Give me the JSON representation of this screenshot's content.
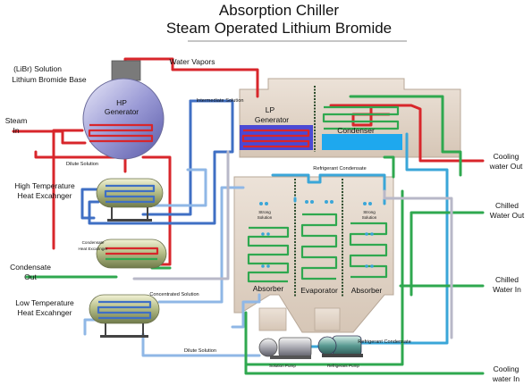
{
  "title": {
    "line1": "Absorption Chiller",
    "line2": "Steam Operated Lithium Bromide"
  },
  "labels": {
    "libr_solution": "(LiBr) Solution",
    "lithium_bromide_base": "Lithium Bromide Base",
    "water_vapors": "Water Vapors",
    "hp_generator_1": "HP",
    "hp_generator_2": "Generator",
    "steam_in_1": "Steam",
    "steam_in_2": "In",
    "intermediate_solution": "Intermediate Solution",
    "lp_generator_1": "LP",
    "lp_generator_2": "Generator",
    "condenser": "Condenser",
    "cooling_water_out_1": "Cooling",
    "cooling_water_out_2": "water Out",
    "dilute_solution_top": "Dilute Solution",
    "high_temp_hx_1": "High Temperature",
    "high_temp_hx_2": "Heat Excahnger",
    "refrigerant_condensate_top": "Refrigerant Condensate",
    "chilled_water_out_1": "Chilled",
    "chilled_water_out_2": "Water Out",
    "strong_solution_left_1": "Strong",
    "strong_solution_left_2": "Solution",
    "strong_solution_right_1": "Strong",
    "strong_solution_right_2": "Solution",
    "condensate_hx_1": "Condensate",
    "condensate_hx_2": "Heat Excahnger",
    "condensate_out_1": "Condensate",
    "condensate_out_2": "Out",
    "chilled_water_in_1": "Chilled",
    "chilled_water_in_2": "Water In",
    "absorber_left": "Absorber",
    "evaporator": "Evaporator",
    "absorber_right": "Absorber",
    "concentrated_solution": "Concentrated Solution",
    "low_temp_hx_1": "Low Temperature",
    "low_temp_hx_2": "Heat Excahnger",
    "refrigerant_condensate_bottom": "Refrigerant Condensate",
    "dilute_solution_bottom": "Dilute Solution",
    "solution_pump": "Solution Pump",
    "refrigerant_pump": "Refrigerant Pump",
    "cooling_water_in_1": "Cooling",
    "cooling_water_in_2": "water In"
  },
  "colors": {
    "steam_vapor": "#d8262b",
    "intermediate_solution": "#3f6fc4",
    "dilute_solution": "#8fb7e6",
    "cooling_water": "#2fa84f",
    "refrigerant": "#3aa6d8",
    "chilled_water": "#b8b8c8",
    "vessel": "#e0d2c4"
  }
}
